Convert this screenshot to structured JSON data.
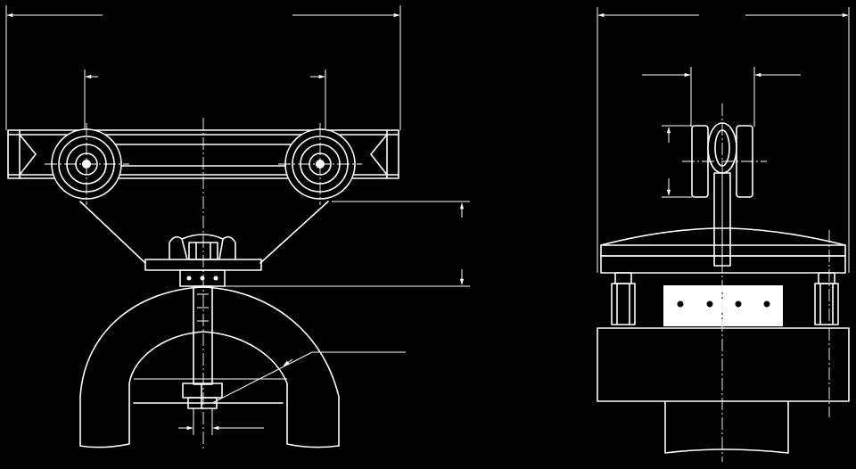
{
  "drawing": {
    "background": "#000000",
    "line_color": "#ffffff"
  },
  "front_view": {
    "parts": [
      "trolley-frame",
      "wheel-left",
      "wheel-right",
      "hanger-bracket",
      "clamp-block",
      "stem",
      "u-bracket",
      "nut"
    ]
  },
  "side_view": {
    "parts": [
      "wheel-pair",
      "axle-stem",
      "top-plate",
      "spacer-left",
      "spacer-right",
      "clamp-bar",
      "base-block",
      "post"
    ]
  }
}
